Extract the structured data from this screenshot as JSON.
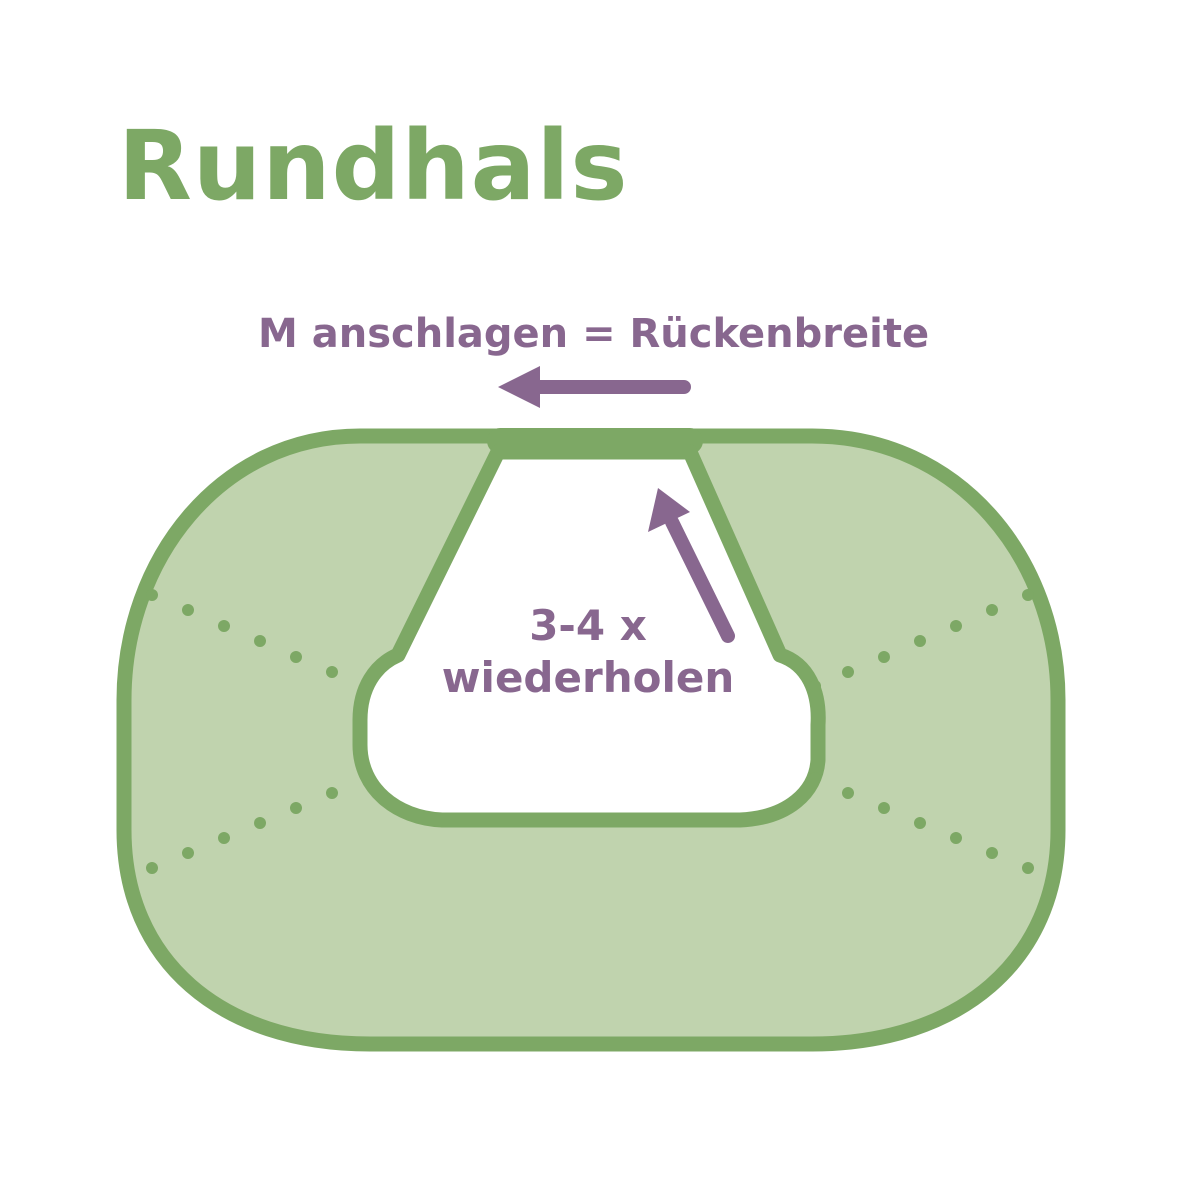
{
  "title": "Rundhals",
  "labels": {
    "cast_on": "M anschlagen = Rückenbreite",
    "repeat_line1": "3-4 x",
    "repeat_line2": "wiederholen"
  },
  "colors": {
    "green_stroke": "#7da865",
    "green_fill": "#c0d3ae",
    "purple": "#88678f",
    "background": "#ffffff"
  }
}
